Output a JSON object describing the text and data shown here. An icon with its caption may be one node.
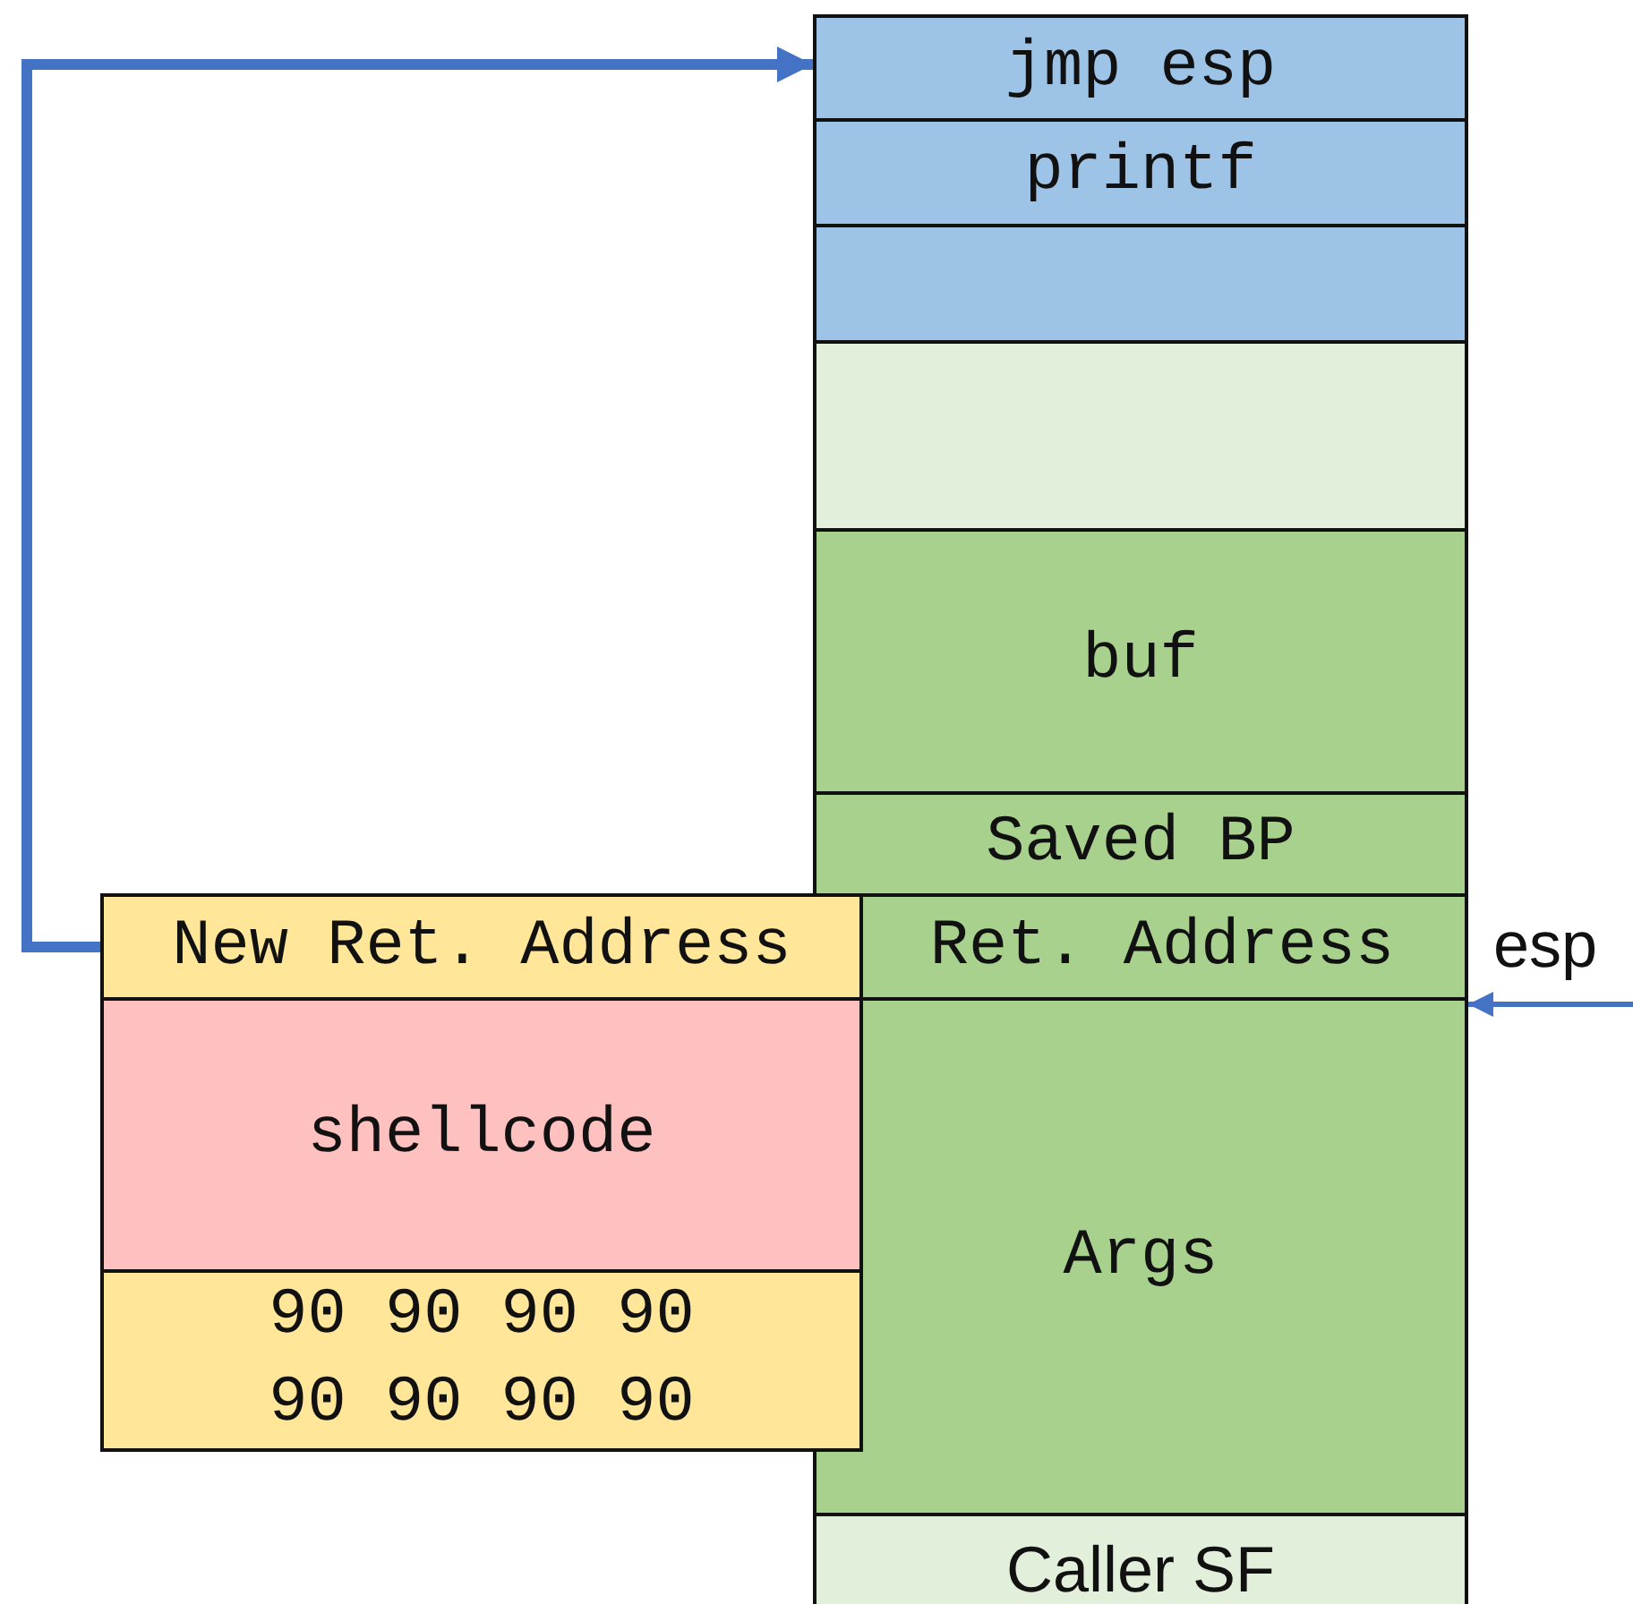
{
  "diagram": {
    "nodes": [
      {
        "text": [
          "jmp esp"
        ]
      },
      {
        "text": [
          "printf"
        ]
      },
      {
        "text": [],
        "shape": "box"
      },
      {
        "text": [],
        "shape": "box"
      },
      {
        "text": [
          "buf"
        ]
      },
      {
        "text": [
          "Saved BP"
        ]
      },
      {
        "text": [
          "Ret. Address"
        ]
      },
      {
        "text": [
          "Args"
        ]
      },
      {
        "text": [
          "Caller SF"
        ]
      },
      {
        "text": [
          "New Ret. Address"
        ]
      },
      {
        "text": [
          "shellcode"
        ]
      },
      {
        "text": [
          "90 90 90 90 90 90 90 90"
        ]
      }
    ],
    "edges": [
      {
        "from": 9,
        "to": 0,
        "arrow": "to",
        "style": "thick"
      },
      {
        "from": null,
        "to": 7,
        "arrow": "to"
      }
    ],
    "labels": [
      "esp"
    ]
  }
}
